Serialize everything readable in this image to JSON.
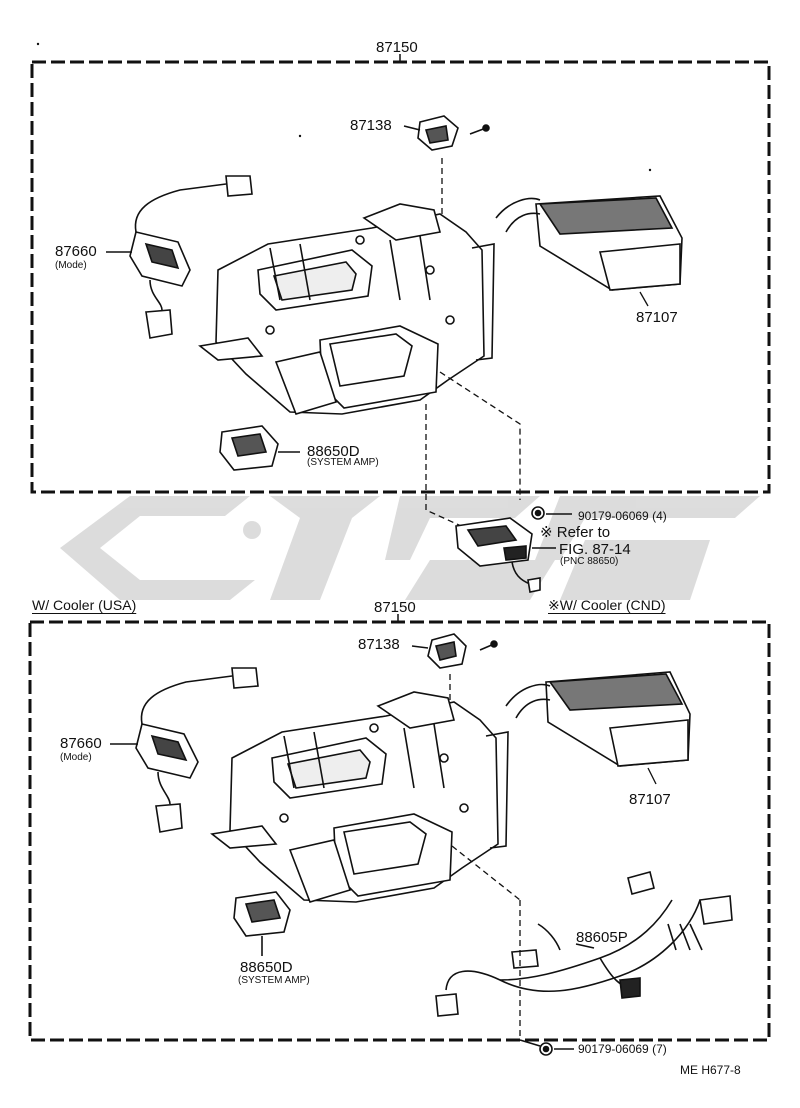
{
  "watermark": {
    "label": "CS",
    "color": "#d9d9d9"
  },
  "colors": {
    "ink": "#111111",
    "paper": "#ffffff"
  },
  "panel_top": {
    "assembly": "87150",
    "parts": {
      "servo_bracket": "87138",
      "mode_servo": "87660",
      "mode_note": "(Mode)",
      "evaporator": "87107",
      "system_amp": "88650D",
      "system_amp_note": "(SYSTEM AMP)"
    }
  },
  "callout_middle": {
    "screw": "90179-06069 (4)",
    "refer": "※ Refer to",
    "fig": "FIG. 87-14",
    "pnc": "(PNC 88650)"
  },
  "headings": {
    "usa": "W/ Cooler (USA)",
    "cnd": "※W/ Cooler (CND)"
  },
  "panel_bottom": {
    "assembly": "87150",
    "parts": {
      "servo_bracket": "87138",
      "mode_servo": "87660",
      "mode_note": "(Mode)",
      "evaporator": "87107",
      "system_amp": "88650D",
      "system_amp_note": "(SYSTEM AMP)",
      "wire_harness": "88605P",
      "screw": "90179-06069 (7)"
    }
  },
  "footer_code": "ME   H677-8"
}
